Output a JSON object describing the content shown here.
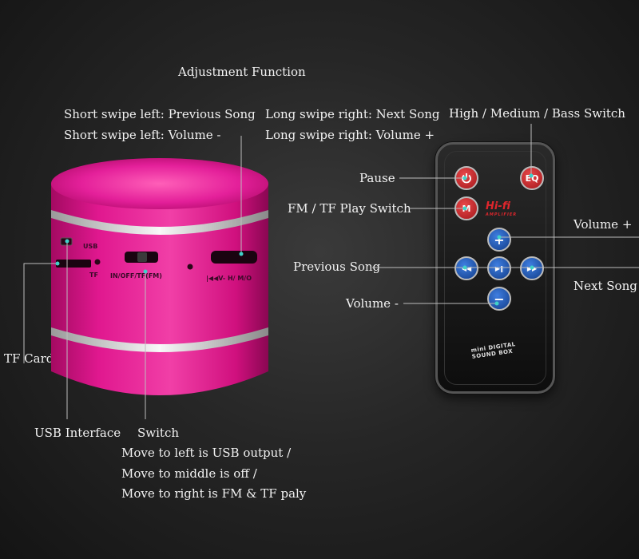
{
  "title": "Adjustment Function",
  "speaker_labels": {
    "usb": "USB",
    "tf": "TF",
    "switch_marks": "IN/OFF/TF(FM)",
    "wheel_marks": "|◀◀V- H/ M/O"
  },
  "left_callouts": {
    "swipe_left_1": "Short swipe left: Previous Song",
    "swipe_left_2": "Short swipe left: Volume -",
    "swipe_right_1": "Long swipe right: Next Song",
    "swipe_right_2": "Long swipe right: Volume +",
    "tf_card": "TF Card",
    "usb_interface": "USB Interface",
    "switch": "Switch",
    "switch_desc_1": "Move to left is USB output /",
    "switch_desc_2": "Move to middle is off /",
    "switch_desc_3": "Move to right is FM & TF paly"
  },
  "remote_callouts": {
    "eq_switch": "High / Medium / Bass Switch",
    "pause": "Pause",
    "fm_tf": "FM / TF Play Switch",
    "volume_up": "Volume +",
    "previous": "Previous Song",
    "next": "Next Song",
    "volume_down": "Volume -"
  },
  "remote": {
    "power_icon": "power-icon",
    "eq_text": "EQ",
    "mode_text": "M",
    "plus_text": "+",
    "minus_text": "−",
    "prev_text": "◀◀",
    "play_text": "▶‖",
    "next_text": "▶▶",
    "hifi_text": "Hi-fi",
    "hifi_sub": "AMPLIFIER",
    "brand_line1": "mini DIGITAL",
    "brand_line2": "SOUND BOX"
  },
  "colors": {
    "speaker": "#e0188f",
    "highlight_dot": "#3fd1c9",
    "button_red": "#c92226",
    "button_blue": "#2458b8"
  }
}
